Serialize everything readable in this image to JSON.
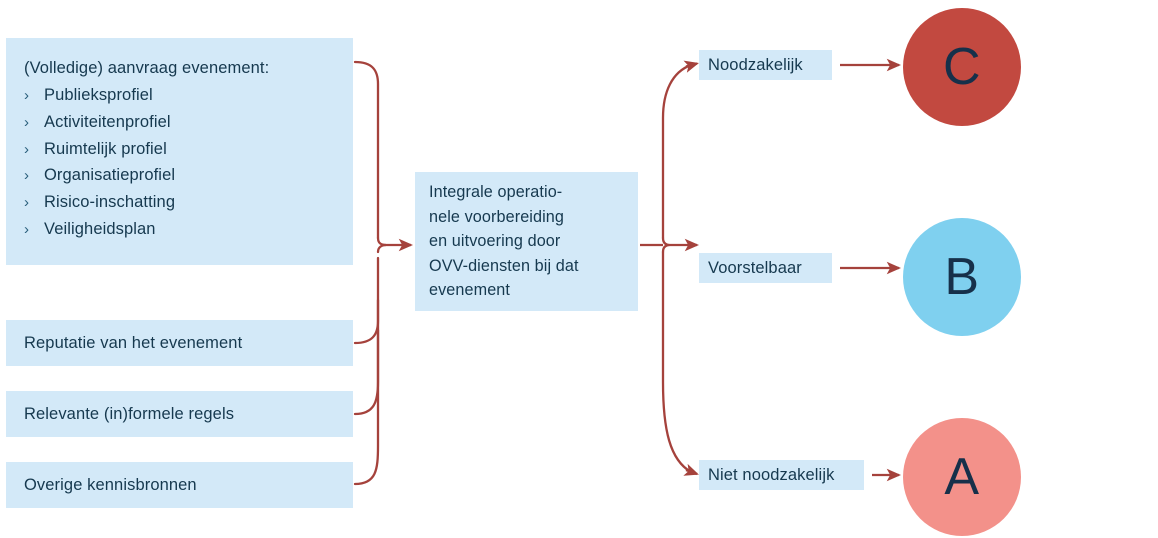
{
  "diagram": {
    "theme": {
      "box_fill": "#d3e9f8",
      "text_color": "#16394f",
      "connector_color": "#a5423c",
      "circle_c_color": "#c24940",
      "circle_b_color": "#7fd0ef",
      "circle_a_color": "#f3918a"
    },
    "inputs": {
      "request": {
        "title": "(Volledige) aanvraag evenement:",
        "bullets": [
          "Publieksprofiel",
          "Activiteitenprofiel",
          "Ruimtelijk profiel",
          "Organisatieprofiel",
          "Risico-inschatting",
          "Veiligheidsplan"
        ],
        "bullet_marker": "chevron-right-icon",
        "bullet_glyph": "›"
      },
      "reputation": "Reputatie van het evenement",
      "rules": "Relevante (in)formele regels",
      "sources": "Overige kennisbronnen"
    },
    "process": {
      "text": "Integrale operatio-\nnele voorbereiding\nen uitvoering door\nOVV-diensten bij dat\nevenement",
      "lines": [
        "Integrale operatio-",
        "nele voorbereiding",
        "en uitvoering door",
        "OVV-diensten bij dat",
        "evenement"
      ]
    },
    "outcomes": [
      {
        "label": "Noodzakelijk",
        "letter": "C",
        "color": "#c24940"
      },
      {
        "label": "Voorstelbaar",
        "letter": "B",
        "color": "#7fd0ef"
      },
      {
        "label": "Niet noodzakelijk",
        "letter": "A",
        "color": "#f3918a"
      }
    ]
  }
}
